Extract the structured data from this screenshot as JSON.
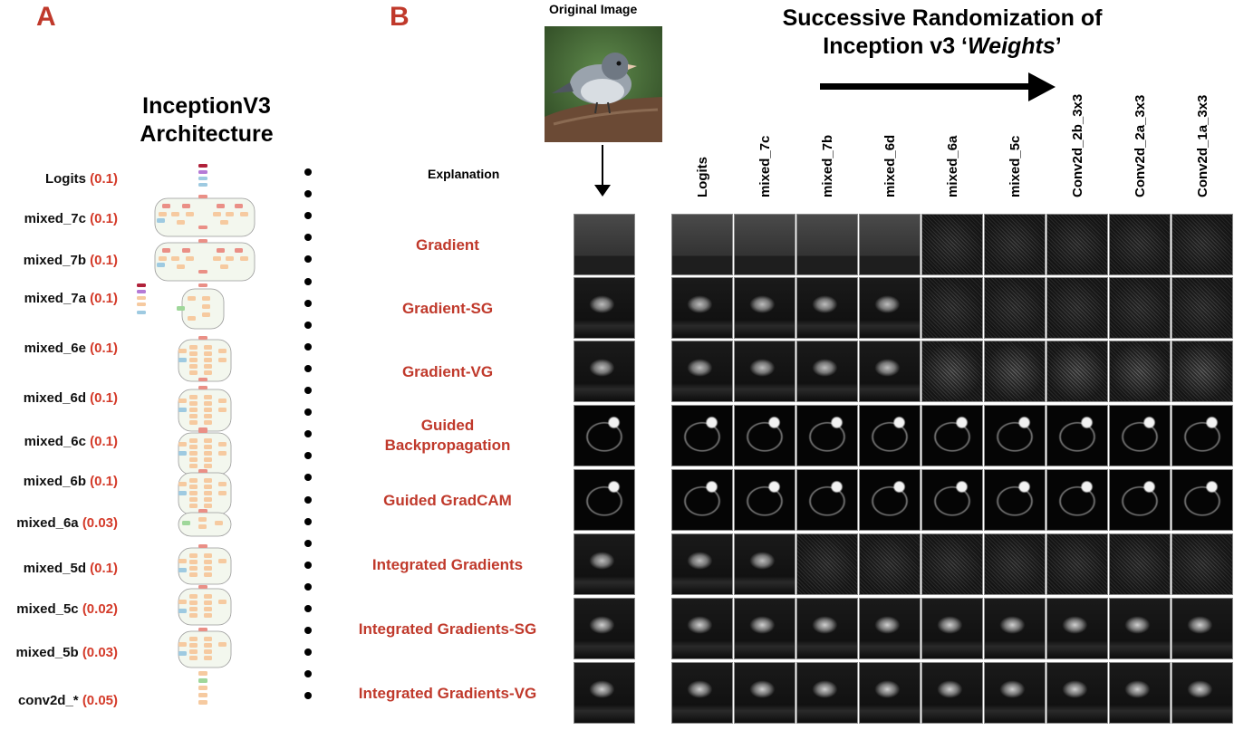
{
  "panels": {
    "a": "A",
    "b": "B"
  },
  "architecture": {
    "title_line1": "InceptionV3",
    "title_line2": "Architecture",
    "layers": [
      {
        "name": "Logits",
        "value": "(0.1)"
      },
      {
        "name": "mixed_7c",
        "value": "(0.1)"
      },
      {
        "name": "mixed_7b",
        "value": "(0.1)"
      },
      {
        "name": "mixed_7a",
        "value": "(0.1)"
      },
      {
        "name": "mixed_6e",
        "value": "(0.1)"
      },
      {
        "name": "mixed_6d",
        "value": "(0.1)"
      },
      {
        "name": "mixed_6c",
        "value": "(0.1)"
      },
      {
        "name": "mixed_6b",
        "value": "(0.1)"
      },
      {
        "name": "mixed_6a",
        "value": "(0.03)"
      },
      {
        "name": "mixed_5d",
        "value": "(0.1)"
      },
      {
        "name": "mixed_5c",
        "value": "(0.02)"
      },
      {
        "name": "mixed_5b",
        "value": "(0.03)"
      },
      {
        "name": "conv2d_*",
        "value": "(0.05)"
      }
    ]
  },
  "original_image_label": "Original Image",
  "explanation_label": "Explanation",
  "title": {
    "line1": "Successive Randomization of",
    "line2_prefix": "Inception v3 ‘",
    "line2_emph": "Weights",
    "line2_suffix": "’"
  },
  "columns": [
    "Logits",
    "mixed_7c",
    "mixed_7b",
    "mixed_6d",
    "mixed_6a",
    "mixed_5c",
    "Conv2d_2b_3x3",
    "Conv2d_2a_3x3",
    "Conv2d_1a_3x3"
  ],
  "methods": [
    {
      "line1": "Gradient",
      "line2": ""
    },
    {
      "line1": "Gradient-SG",
      "line2": ""
    },
    {
      "line1": "Gradient-VG",
      "line2": ""
    },
    {
      "line1": "Guided",
      "line2": "Backpropagation"
    },
    {
      "line1": "Guided GradCAM",
      "line2": ""
    },
    {
      "line1": "Integrated Gradients",
      "line2": ""
    },
    {
      "line1": "Integrated Gradients-SG",
      "line2": ""
    },
    {
      "line1": "Integrated Gradients-VG",
      "line2": ""
    }
  ],
  "colors": {
    "panel_letter": "#c0392b",
    "layer_value": "#d43b2a",
    "method_label": "#c0392b",
    "arch_block_orange": "#f6caa0",
    "arch_block_red": "#ea8f86",
    "arch_block_blue": "#9ecae1",
    "arch_block_green": "#9fd79a",
    "arch_block_maroon": "#b0213a",
    "arch_block_purple": "#b57ad6"
  }
}
